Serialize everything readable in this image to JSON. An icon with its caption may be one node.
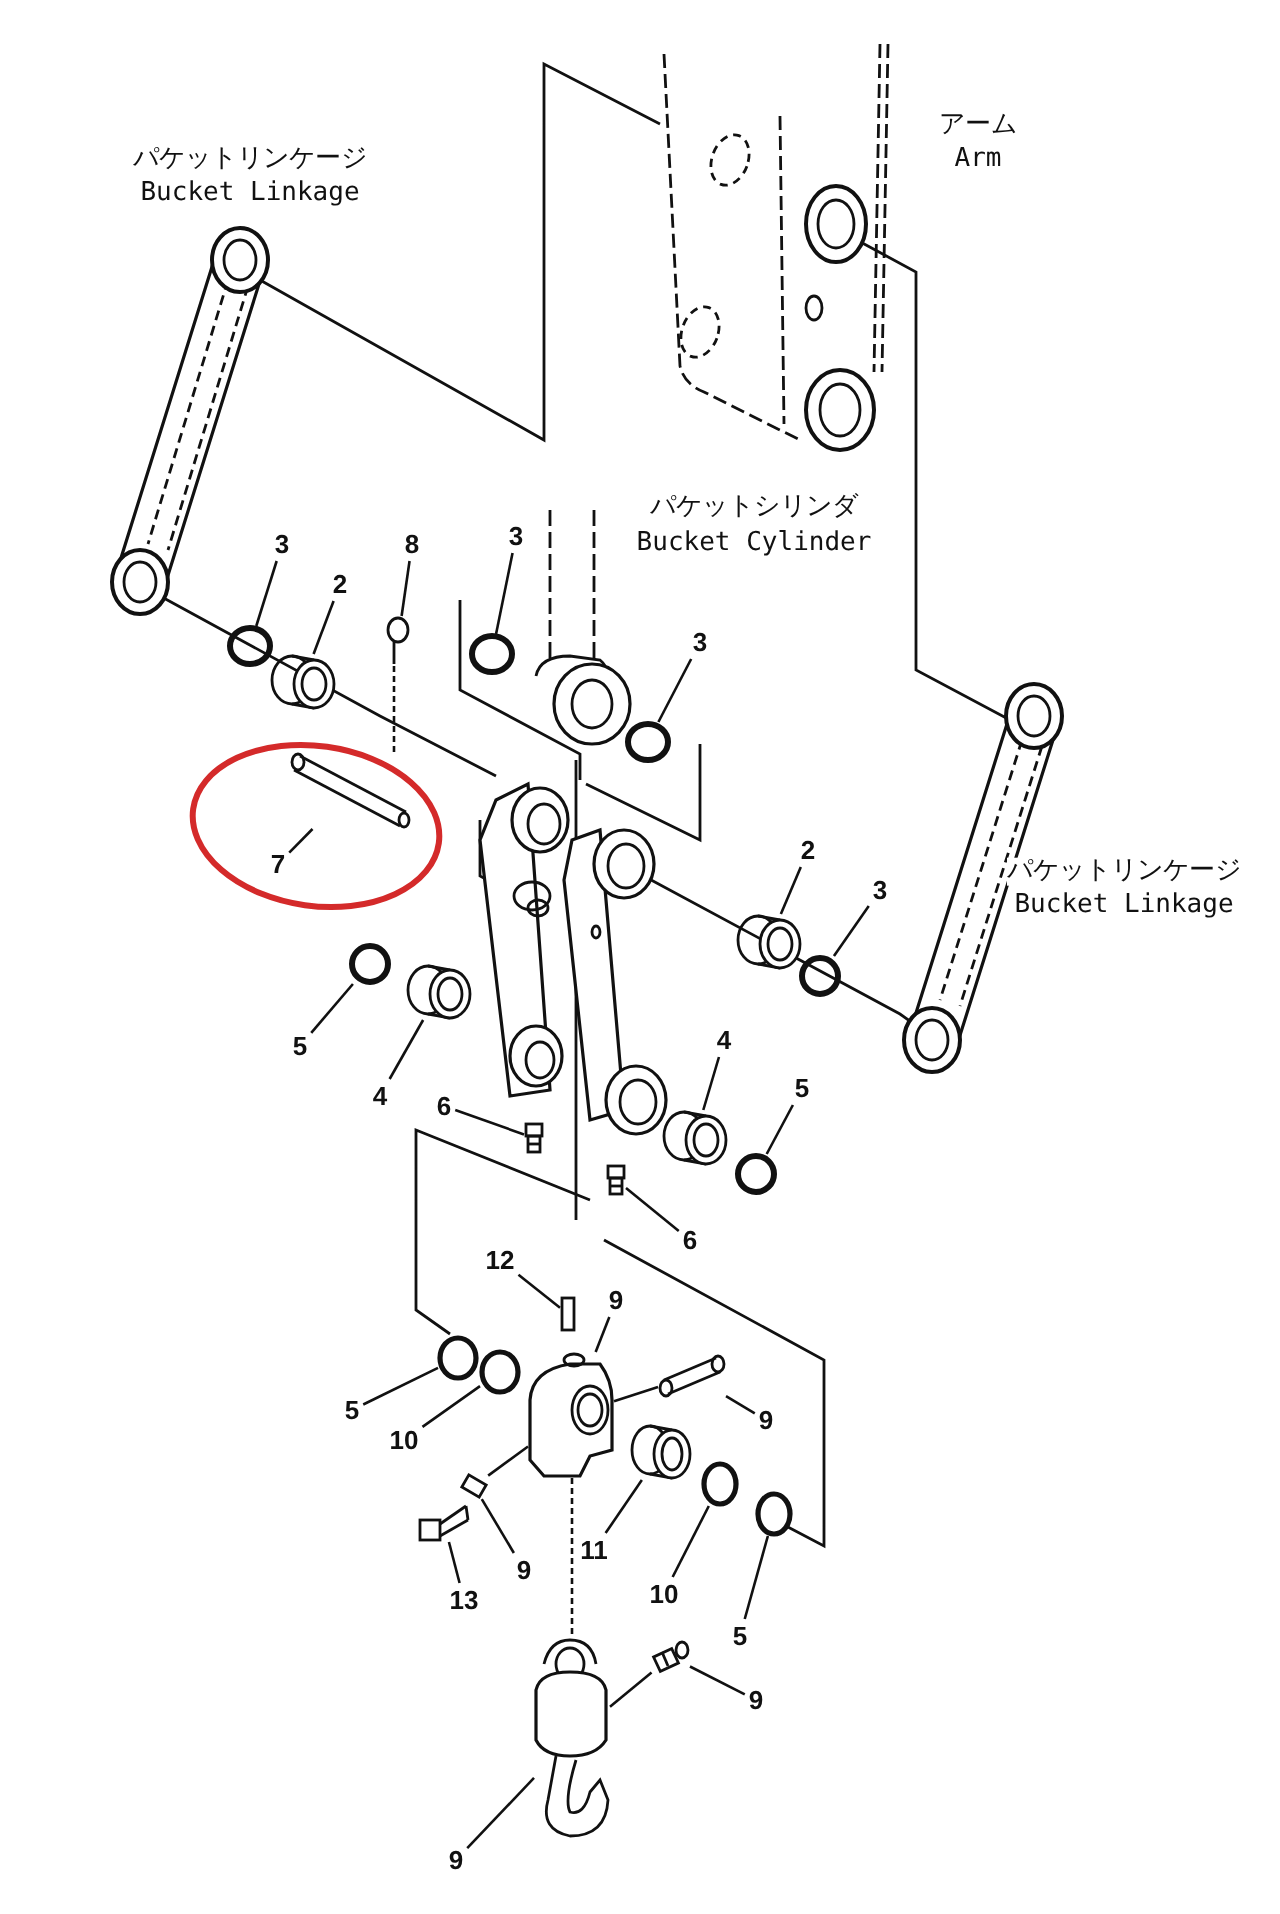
{
  "diagram": {
    "nodes": [
      {
        "text": [
          "3"
        ]
      },
      {
        "text": [
          "2"
        ]
      },
      {
        "text": [
          "8"
        ]
      },
      {
        "text": [
          "3"
        ]
      },
      {
        "text": [
          "3"
        ]
      },
      {
        "text": [
          "7"
        ]
      },
      {
        "text": [
          "2"
        ]
      },
      {
        "text": [
          "3"
        ]
      },
      {
        "text": [
          "5"
        ]
      },
      {
        "text": [
          "4"
        ]
      },
      {
        "text": [
          "6"
        ]
      },
      {
        "text": [
          "4"
        ]
      },
      {
        "text": [
          "5"
        ]
      },
      {
        "text": [
          "6"
        ]
      },
      {
        "text": [
          "12"
        ]
      },
      {
        "text": [
          "9"
        ]
      },
      {
        "text": [
          "5"
        ]
      },
      {
        "text": [
          "10"
        ]
      },
      {
        "text": [
          "9"
        ]
      },
      {
        "text": [
          "9"
        ]
      },
      {
        "text": [
          "13"
        ]
      },
      {
        "text": [
          "11"
        ]
      },
      {
        "text": [
          "10"
        ]
      },
      {
        "text": [
          "5"
        ]
      },
      {
        "text": [
          "9"
        ]
      },
      {
        "text": [
          "9"
        ]
      },
      {
        "text": [],
        "shape": "circle"
      },
      {
        "text": [],
        "shape": "picture"
      },
      {
        "text": [],
        "shape": "picture"
      },
      {
        "text": [],
        "shape": "circle"
      },
      {
        "text": [],
        "shape": "circle"
      },
      {
        "text": [],
        "shape": "picture"
      },
      {
        "text": [],
        "shape": "picture"
      },
      {
        "text": [],
        "shape": "circle"
      },
      {
        "text": [],
        "shape": "circle"
      },
      {
        "text": [],
        "shape": "picture"
      },
      {
        "text": [],
        "shape": "picture"
      },
      {
        "text": [],
        "shape": "picture"
      },
      {
        "text": [],
        "shape": "circle"
      },
      {
        "text": [],
        "shape": "picture"
      },
      {
        "text": [],
        "shape": "box"
      },
      {
        "text": [],
        "shape": "picture"
      },
      {
        "text": [],
        "shape": "circle"
      },
      {
        "text": [],
        "shape": "circle"
      },
      {
        "text": [],
        "shape": "picture"
      },
      {
        "text": [],
        "shape": "box"
      },
      {
        "text": [],
        "shape": "picture"
      },
      {
        "text": [],
        "shape": "picture"
      },
      {
        "text": [],
        "shape": "circle"
      },
      {
        "text": [],
        "shape": "circle"
      },
      {
        "text": [],
        "shape": "picture"
      },
      {
        "text": [],
        "shape": "picture"
      }
    ],
    "edges": [
      {
        "from": 0,
        "to": 26,
        "arrow": "none"
      },
      {
        "from": 1,
        "to": 27,
        "arrow": "none"
      },
      {
        "from": 2,
        "to": 28,
        "arrow": "none"
      },
      {
        "from": 3,
        "to": 29,
        "arrow": "none"
      },
      {
        "from": 4,
        "to": 30,
        "arrow": "none"
      },
      {
        "from": 5,
        "to": 31,
        "arrow": "none"
      },
      {
        "from": 6,
        "to": 32,
        "arrow": "none"
      },
      {
        "from": 7,
        "to": 33,
        "arrow": "none"
      },
      {
        "from": 8,
        "to": 34,
        "arrow": "none"
      },
      {
        "from": 9,
        "to": 35,
        "arrow": "none"
      },
      {
        "from": 10,
        "to": 36,
        "arrow": "none"
      },
      {
        "from": 11,
        "to": 37,
        "arrow": "none"
      },
      {
        "from": 12,
        "to": 38,
        "arrow": "none"
      },
      {
        "from": 13,
        "to": 39,
        "arrow": "none"
      },
      {
        "from": 14,
        "to": 40,
        "arrow": "none"
      },
      {
        "from": 15,
        "to": 41,
        "arrow": "none"
      },
      {
        "from": 16,
        "to": 42,
        "arrow": "none"
      },
      {
        "from": 17,
        "to": 43,
        "arrow": "none"
      },
      {
        "from": 18,
        "to": 44,
        "arrow": "none"
      },
      {
        "from": 19,
        "to": 45,
        "arrow": "none"
      },
      {
        "from": 20,
        "to": 46,
        "arrow": "none"
      },
      {
        "from": 21,
        "to": 47,
        "arrow": "none"
      },
      {
        "from": 22,
        "to": 48,
        "arrow": "none"
      },
      {
        "from": 23,
        "to": 49,
        "arrow": "none"
      },
      {
        "from": 24,
        "to": 50,
        "arrow": "none"
      },
      {
        "from": 25,
        "to": 51,
        "arrow": "none"
      },
      {
        "from": 41,
        "to": 51,
        "arrow": "none",
        "style": "dashed"
      },
      {
        "from": 28,
        "to": 31,
        "arrow": "none",
        "style": "dashed"
      },
      {
        "from": 41,
        "to": 44,
        "arrow": "none"
      },
      {
        "from": 51,
        "to": 50,
        "arrow": "none"
      },
      {
        "from": 41,
        "to": 45,
        "arrow": "none"
      }
    ],
    "labels": [
      "パケットリンケージ",
      "Bucket Linkage",
      "アーム",
      "Arm",
      "パケットシリンダ",
      "Bucket Cylinder",
      "パケットリンケージ",
      "Bucket Linkage"
    ]
  }
}
